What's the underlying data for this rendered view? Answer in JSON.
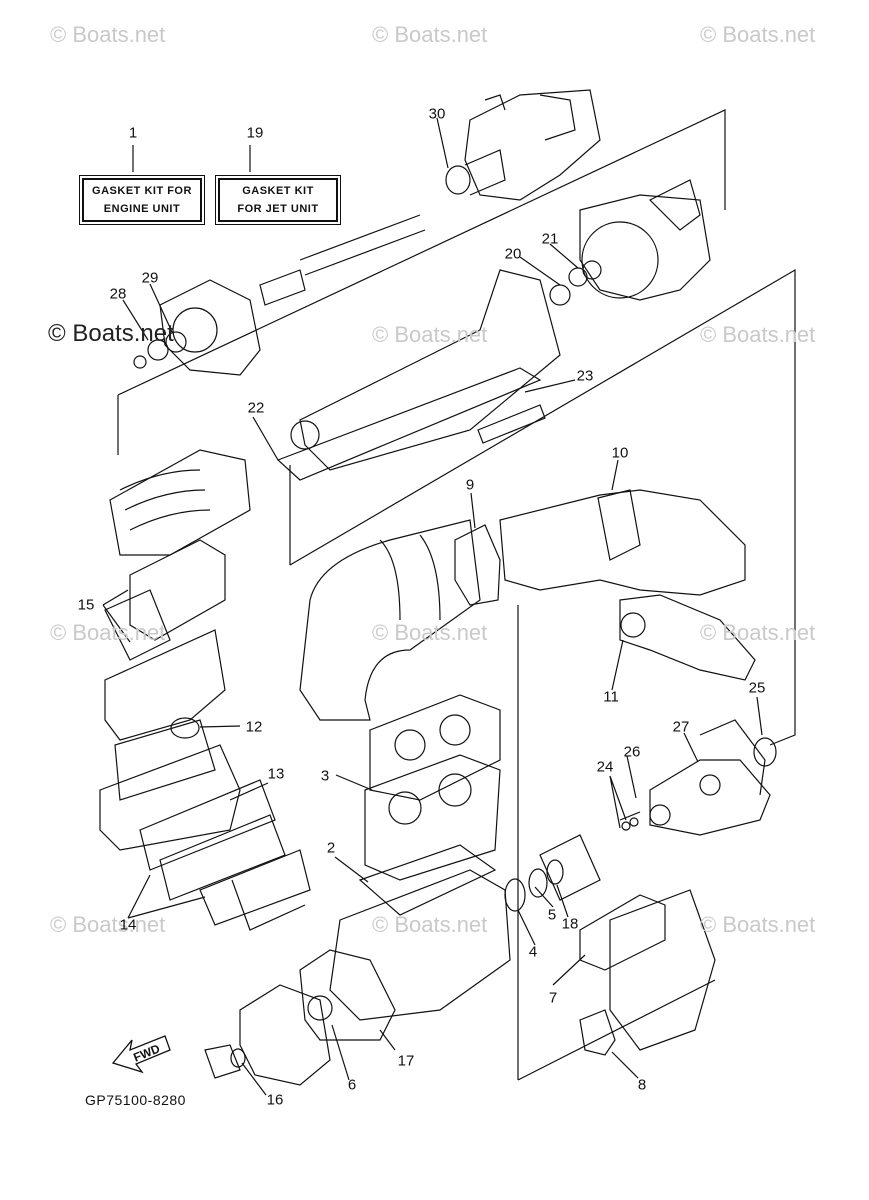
{
  "watermark": "© Boats.net",
  "kits": {
    "engine": {
      "line1": "GASKET KIT FOR",
      "line2": "ENGINE UNIT"
    },
    "jet": {
      "line1": "GASKET KIT",
      "line2": "FOR JET UNIT"
    }
  },
  "callouts": {
    "c1": "1",
    "c19": "19",
    "c30": "30",
    "c20": "20",
    "c21": "21",
    "c28": "28",
    "c29": "29",
    "c22": "22",
    "c23": "23",
    "c10": "10",
    "c9": "9",
    "c15": "15",
    "c11": "11",
    "c25": "25",
    "c12": "12",
    "c27": "27",
    "c26": "26",
    "c24": "24",
    "c13": "13",
    "c3": "3",
    "c2": "2",
    "c14": "14",
    "c5": "5",
    "c18": "18",
    "c4": "4",
    "c7": "7",
    "c17": "17",
    "c6": "6",
    "c16": "16",
    "c8": "8"
  },
  "part_number": "GP75100-8280",
  "fwd_label": "FWD"
}
